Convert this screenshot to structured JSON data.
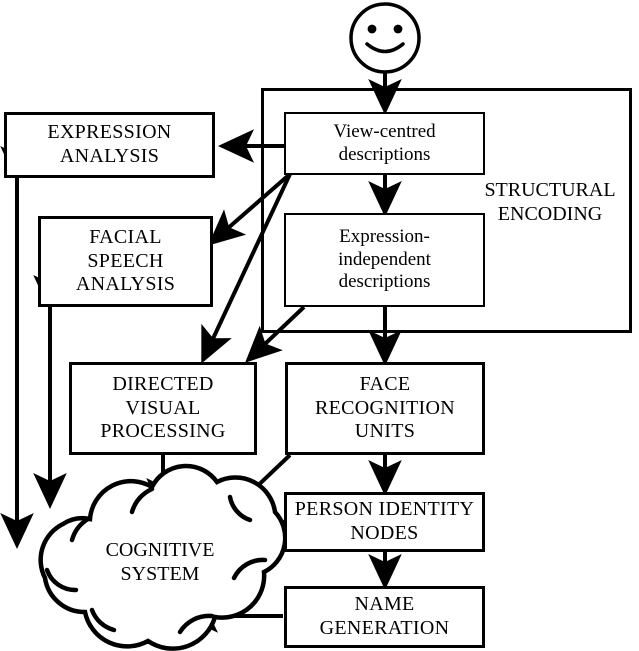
{
  "diagram": {
    "title": "Face recognition model",
    "stimulus_icon": "smiley-face-icon",
    "ink_color": "#000000",
    "background_color": "#ffffff"
  },
  "groups": [
    {
      "id": "structural-encoding",
      "label": "STRUCTURAL\nENCODING",
      "contains": [
        "view-centred-descriptions",
        "expression-independent-descriptions"
      ]
    }
  ],
  "nodes": [
    {
      "id": "expression-analysis",
      "label": "EXPRESSION\nANALYSIS",
      "style": "caps"
    },
    {
      "id": "view-centred-descriptions",
      "label": "View-centred\ndescriptions",
      "style": "mixed"
    },
    {
      "id": "facial-speech-analysis",
      "label": "FACIAL\nSPEECH\nANALYSIS",
      "style": "caps"
    },
    {
      "id": "expression-independent-descriptions",
      "label": "Expression-\nindependent\ndescriptions",
      "style": "mixed"
    },
    {
      "id": "directed-visual-processing",
      "label": "DIRECTED\nVISUAL\nPROCESSING",
      "style": "caps"
    },
    {
      "id": "face-recognition-units",
      "label": "FACE\nRECOGNITION\nUNITS",
      "style": "caps"
    },
    {
      "id": "person-identity-nodes",
      "label": "PERSON IDENTITY\nNODES",
      "style": "caps"
    },
    {
      "id": "name-generation",
      "label": "NAME\nGENERATION",
      "style": "caps"
    },
    {
      "id": "cognitive-system",
      "label": "COGNITIVE\nSYSTEM",
      "style": "caps",
      "shape": "cloud"
    }
  ],
  "connections": [
    {
      "from": "face-stimulus",
      "to": "view-centred-descriptions",
      "type": "single"
    },
    {
      "from": "view-centred-descriptions",
      "to": "expression-analysis",
      "type": "single"
    },
    {
      "from": "view-centred-descriptions",
      "to": "facial-speech-analysis",
      "type": "single"
    },
    {
      "from": "view-centred-descriptions",
      "to": "directed-visual-processing",
      "type": "single"
    },
    {
      "from": "view-centred-descriptions",
      "to": "expression-independent-descriptions",
      "type": "single"
    },
    {
      "from": "expression-independent-descriptions",
      "to": "directed-visual-processing",
      "type": "single"
    },
    {
      "from": "expression-independent-descriptions",
      "to": "face-recognition-units",
      "type": "single"
    },
    {
      "from": "face-recognition-units",
      "to": "person-identity-nodes",
      "type": "double"
    },
    {
      "from": "face-recognition-units",
      "to": "cognitive-system",
      "type": "single"
    },
    {
      "from": "person-identity-nodes",
      "to": "cognitive-system",
      "type": "double"
    },
    {
      "from": "person-identity-nodes",
      "to": "name-generation",
      "type": "single"
    },
    {
      "from": "name-generation",
      "to": "cognitive-system",
      "type": "single"
    },
    {
      "from": "directed-visual-processing",
      "to": "cognitive-system",
      "type": "double"
    },
    {
      "from": "facial-speech-analysis",
      "to": "cognitive-system",
      "type": "double"
    },
    {
      "from": "expression-analysis",
      "to": "cognitive-system",
      "type": "double"
    }
  ]
}
